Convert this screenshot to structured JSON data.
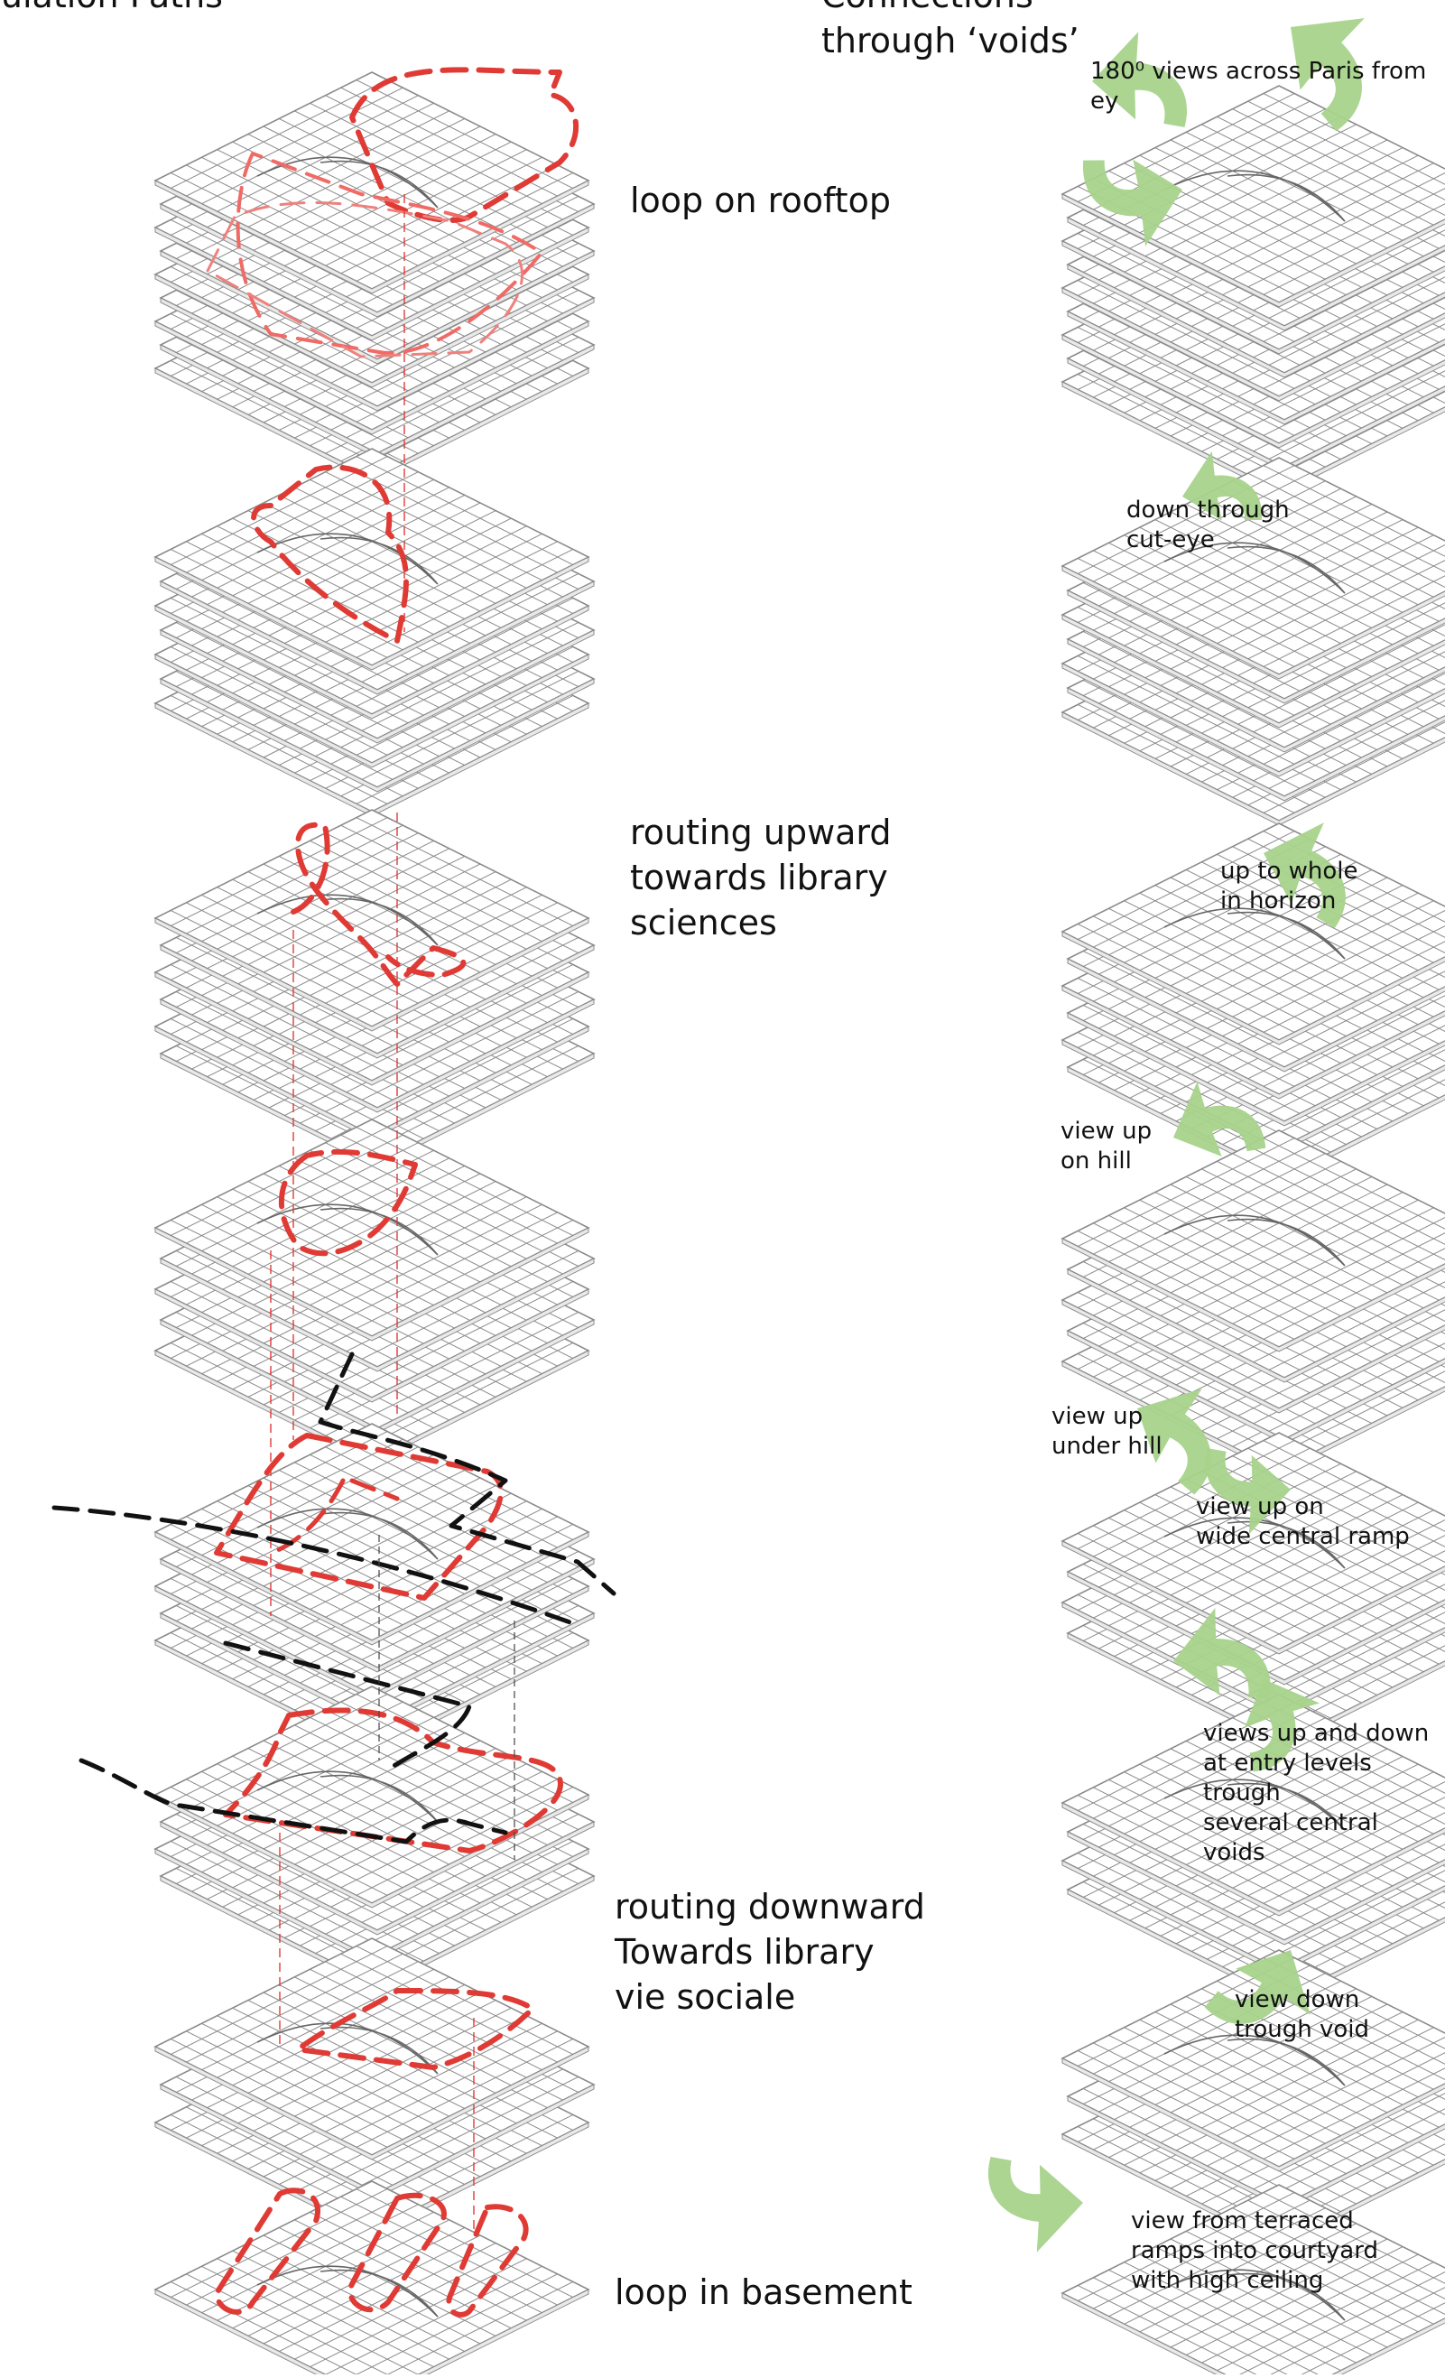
{
  "headings": {
    "left": "culation Paths",
    "right": "Connections\nthrough ‘voids’"
  },
  "left_labels": [
    "loop on rooftop",
    "routing upward\ntowards library\nsciences",
    "routing downward\nTowards library\nvie sociale",
    "loop in basement"
  ],
  "right_labels": [
    "180⁰ views across Paris from ey",
    "down through\ncut-eye",
    "up to whole\nin horizon",
    "view up\non hill",
    "view up\nunder hill",
    "view up on\nwide central ramp",
    "views up and down\nat entry levels trough\nseveral central voids",
    "view down\ntrough void",
    "view from terraced\nramps into courtyard\nwith high ceiling"
  ],
  "colors": {
    "grid_line": "#8a8a8a",
    "red_path": "#e03a35",
    "black_path": "#111111",
    "green_arrow": "#a6d38b"
  },
  "icons": {
    "arrow": "green-view-arrow"
  }
}
